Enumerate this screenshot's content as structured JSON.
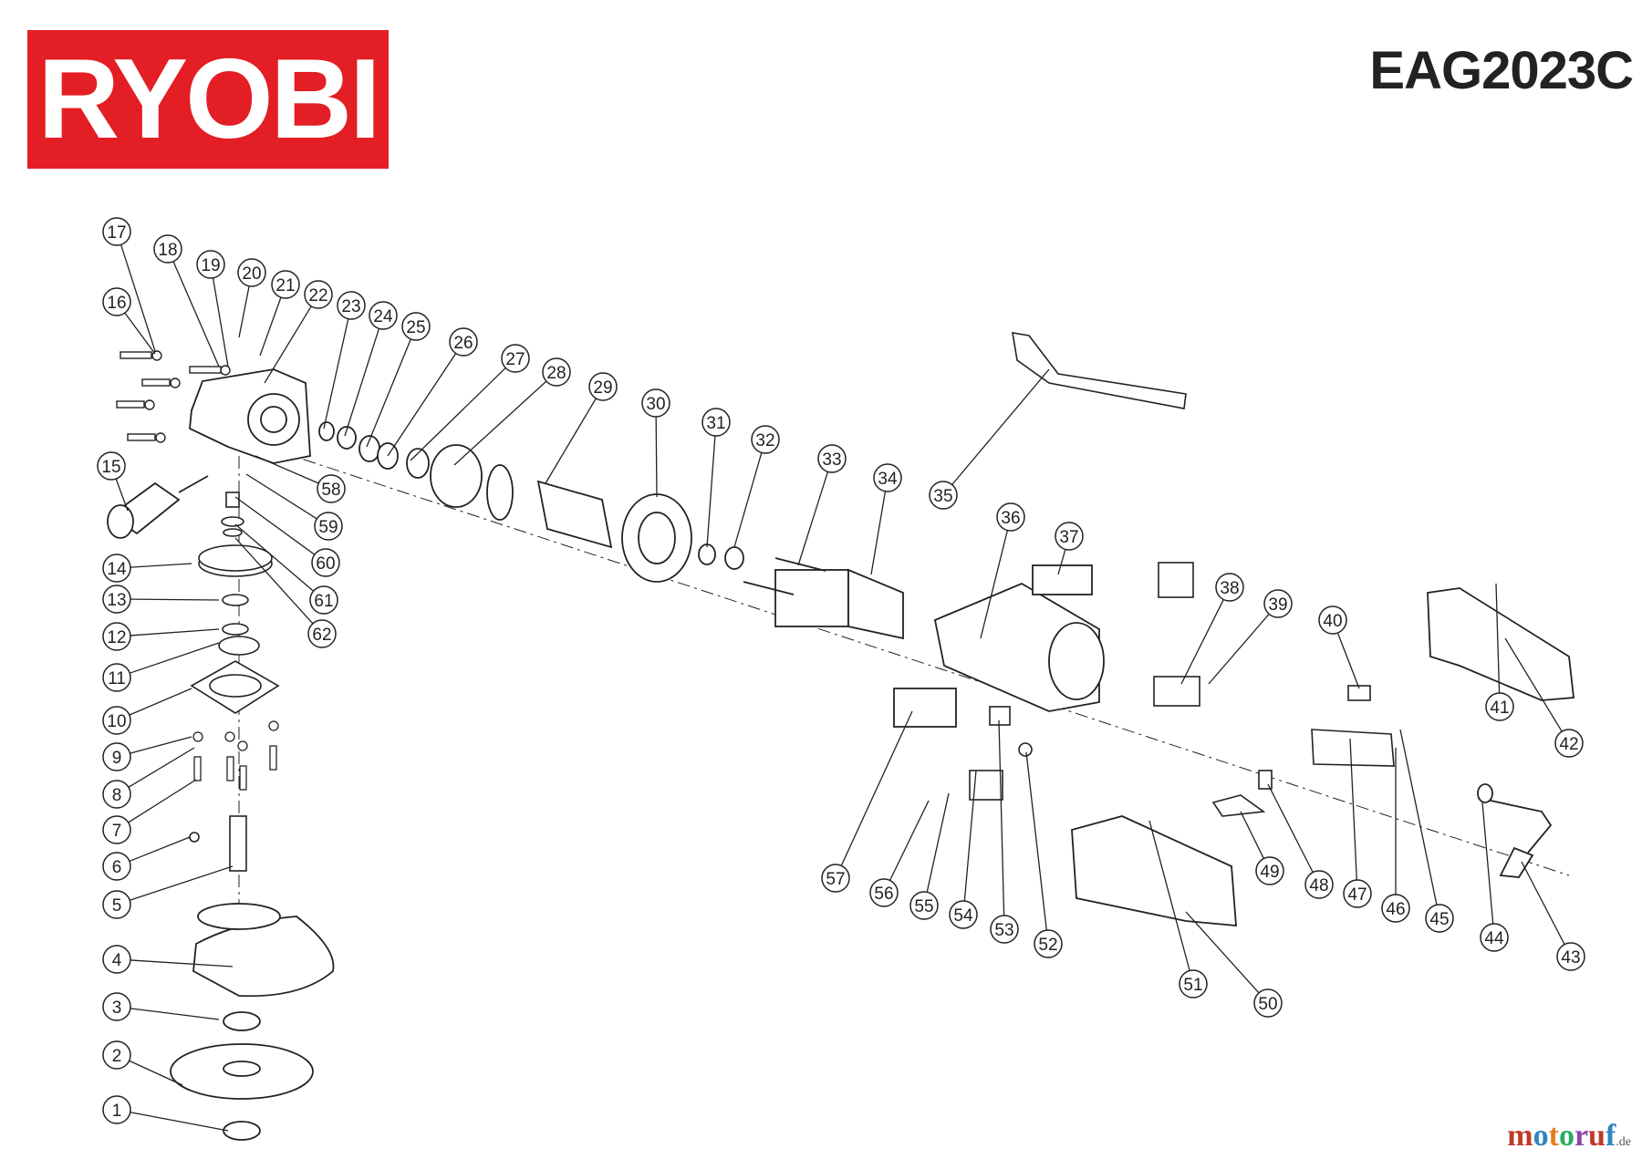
{
  "brand": {
    "name": "RYOBI",
    "color": "#e31e24"
  },
  "model": "EAG2023C",
  "watermark": {
    "text": "motoruf",
    "suffix": ".de",
    "colors": [
      "#c0392b",
      "#2e86c1",
      "#e67e22",
      "#27ae60",
      "#8e44ad",
      "#c0392b",
      "#2e86c1"
    ]
  },
  "parts": [
    "1",
    "2",
    "3",
    "4",
    "5",
    "6",
    "7",
    "8",
    "9",
    "10",
    "11",
    "12",
    "13",
    "14",
    "15",
    "16",
    "17",
    "18",
    "19",
    "20",
    "21",
    "22",
    "23",
    "24",
    "25",
    "26",
    "27",
    "28",
    "29",
    "30",
    "31",
    "32",
    "33",
    "34",
    "35",
    "36",
    "37",
    "38",
    "39",
    "40",
    "41",
    "42",
    "43",
    "44",
    "45",
    "46",
    "47",
    "48",
    "49",
    "50",
    "51",
    "52",
    "53",
    "54",
    "55",
    "56",
    "57",
    "58",
    "59",
    "60",
    "61",
    "62"
  ]
}
